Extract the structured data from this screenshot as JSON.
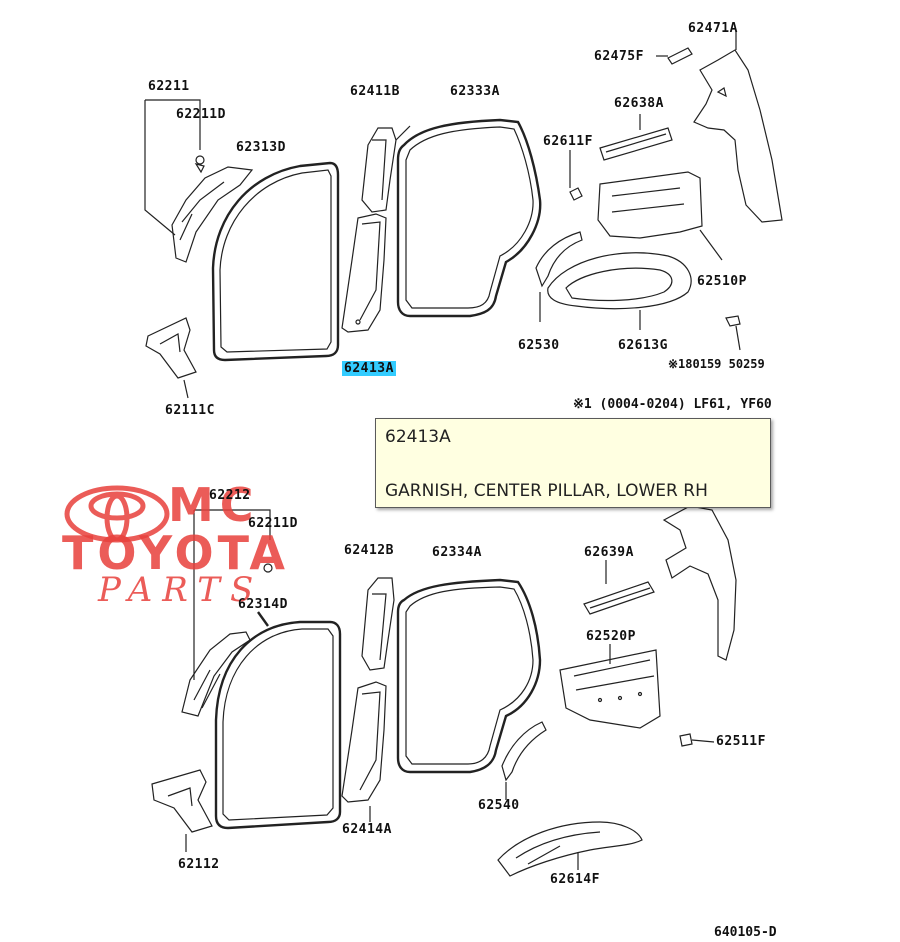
{
  "labels": [
    {
      "id": "l62211",
      "text": "62211"
    },
    {
      "id": "l62211D",
      "text": "62211D"
    },
    {
      "id": "l62313D",
      "text": "62313D"
    },
    {
      "id": "l62411B",
      "text": "62411B"
    },
    {
      "id": "l62333A",
      "text": "62333A"
    },
    {
      "id": "l62475F",
      "text": "62475F"
    },
    {
      "id": "l62471A",
      "text": "62471A"
    },
    {
      "id": "l62638A",
      "text": "62638A"
    },
    {
      "id": "l62611F",
      "text": "62611F"
    },
    {
      "id": "l62510P",
      "text": "62510P"
    },
    {
      "id": "l62530",
      "text": "62530"
    },
    {
      "id": "l62613G",
      "text": "62613G"
    },
    {
      "id": "l62413A",
      "text": "62413A",
      "highlighted": true
    },
    {
      "id": "l62111C",
      "text": "62111C"
    },
    {
      "id": "l62212",
      "text": "62212"
    },
    {
      "id": "l62211D2",
      "text": "62211D"
    },
    {
      "id": "l62314D",
      "text": "62314D"
    },
    {
      "id": "l62412B",
      "text": "62412B"
    },
    {
      "id": "l62334A",
      "text": "62334A"
    },
    {
      "id": "l62639A",
      "text": "62639A"
    },
    {
      "id": "l62520P",
      "text": "62520P"
    },
    {
      "id": "l62511F",
      "text": "62511F"
    },
    {
      "id": "l62540",
      "text": "62540"
    },
    {
      "id": "l62414A",
      "text": "62414A"
    },
    {
      "id": "l62112",
      "text": "62112"
    },
    {
      "id": "l62614F",
      "text": "62614F"
    }
  ],
  "notes": {
    "fastener": "※180159  50259",
    "applicability": "※1 (0004-0204) LF61, YF60",
    "drawing_number": "640105-D"
  },
  "tooltip": {
    "code": "62413A",
    "description": "GARNISH, CENTER PILLAR, LOWER RH"
  },
  "watermark": {
    "line1": "MC",
    "line2": "TOYOTA",
    "line3": "PARTS"
  },
  "colors": {
    "highlight": "#33ccff",
    "tooltip_bg": "#ffffe1",
    "watermark": "#e8403c"
  }
}
